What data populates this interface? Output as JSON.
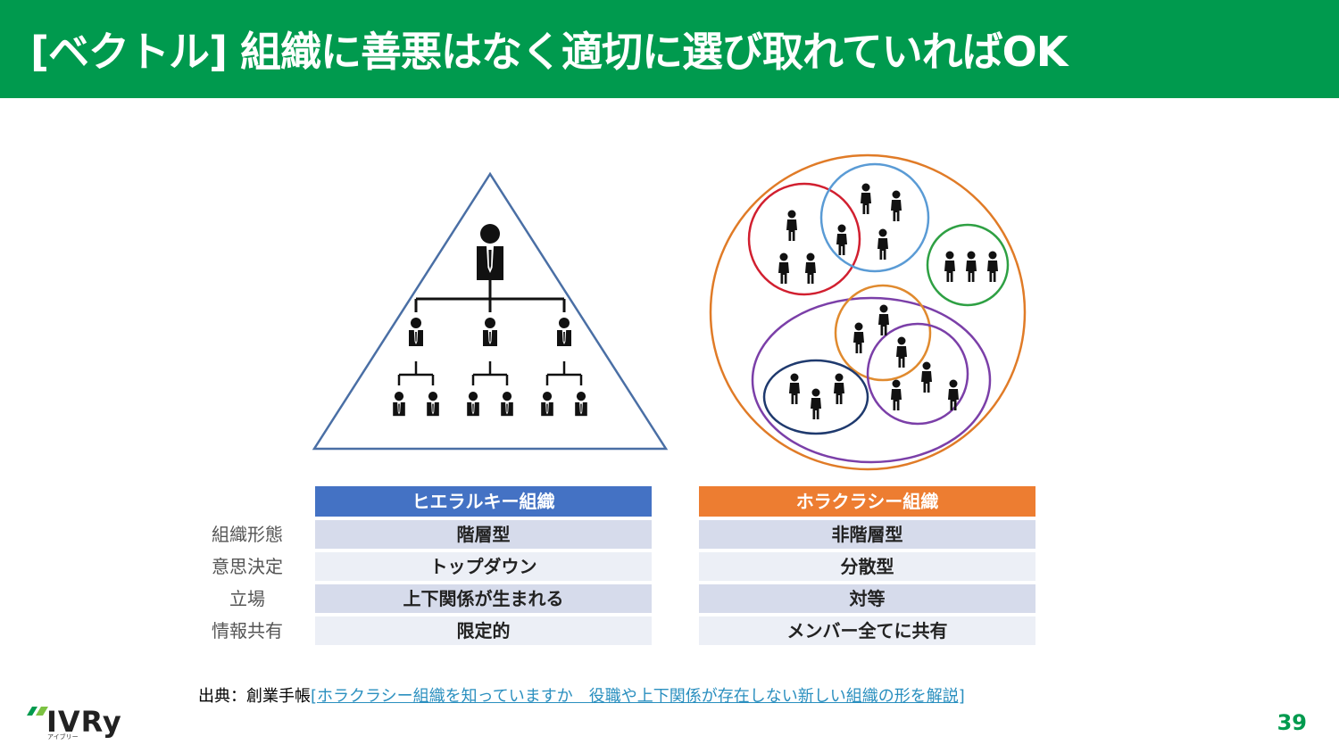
{
  "slide": {
    "title": "[ベクトル] 組織に善悪はなく適切に選び取れていればOK",
    "page_number": "39"
  },
  "table": {
    "row_labels": [
      "組織形態",
      "意思決定",
      "立場",
      "情報共有"
    ],
    "hierarchy": {
      "header": "ヒエラルキー組織",
      "color": "#4472c4",
      "cells": [
        "階層型",
        "トップダウン",
        "上下関係が生まれる",
        "限定的"
      ]
    },
    "holacracy": {
      "header": "ホラクラシー組織",
      "color": "#ed7d31",
      "cells": [
        "非階層型",
        "分散型",
        "対等",
        "メンバー全てに共有"
      ]
    }
  },
  "caption": {
    "prefix": "出典：創業手帳",
    "link_text": "[ホラクラシー組織を知っていますか　役職や上下関係が存在しない新しい組織の形を解説]"
  },
  "logo": {
    "wordmark": "IVRy",
    "sub": "アイブリー"
  },
  "colors": {
    "brand_green": "#009a4e",
    "triangle": "#4a6fa5",
    "circle_outer": "#e07b27",
    "circle_red": "#d11f2f",
    "circle_blue": "#5a9bd5",
    "circle_green": "#2ea043",
    "circle_purple": "#7b3fa8",
    "circle_navy": "#1f3a6e",
    "circle_orange_small": "#e08a2e",
    "row_dark": "#d6dbeb",
    "row_light": "#eceff6"
  },
  "icons": [
    "person-icon",
    "org-chart-icon"
  ]
}
